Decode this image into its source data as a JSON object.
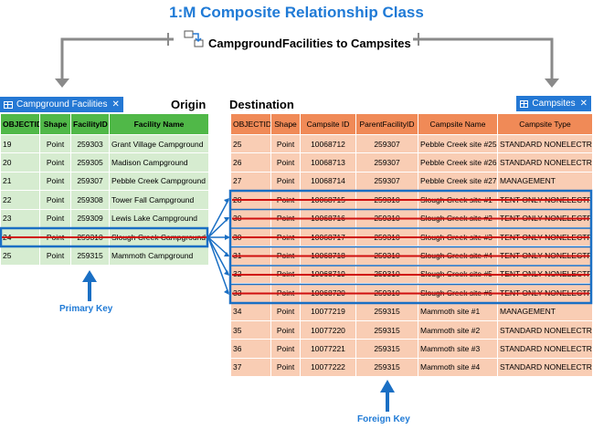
{
  "title": "1:M Composite Relationship Class",
  "relationship_name": "CampgroundFacilities to Campsites",
  "origin_label": "Origin",
  "destination_label": "Destination",
  "origin_tab": {
    "label": "Campground Facilities",
    "close": "✕"
  },
  "destination_tab": {
    "label": "Campsites",
    "close": "✕"
  },
  "origin_table": {
    "headers": [
      "OBJECTID",
      "Shape",
      "FacilityID",
      "Facility Name"
    ],
    "rows": [
      [
        "19",
        "Point",
        "259303",
        "Grant Village Campground"
      ],
      [
        "20",
        "Point",
        "259305",
        "Madison Campground"
      ],
      [
        "21",
        "Point",
        "259307",
        "Pebble Creek Campground"
      ],
      [
        "22",
        "Point",
        "259308",
        "Tower Fall Campground"
      ],
      [
        "23",
        "Point",
        "259309",
        "Lewis Lake Campground"
      ],
      [
        "24",
        "Point",
        "259310",
        "Slough Creek Campground"
      ],
      [
        "25",
        "Point",
        "259315",
        "Mammoth Campground"
      ]
    ]
  },
  "destination_table": {
    "headers": [
      "OBJECTID",
      "Shape",
      "Campsite ID",
      "ParentFacilityID",
      "Campsite Name",
      "Campsite Type"
    ],
    "rows": [
      [
        "25",
        "Point",
        "10068712",
        "259307",
        "Pebble Creek site #25",
        "STANDARD NONELECTRIC"
      ],
      [
        "26",
        "Point",
        "10068713",
        "259307",
        "Pebble Creek site #26",
        "STANDARD NONELECTRIC"
      ],
      [
        "27",
        "Point",
        "10068714",
        "259307",
        "Pebble Creek site #27",
        "MANAGEMENT"
      ],
      [
        "28",
        "Point",
        "10068715",
        "259310",
        "Slough Creek site #1",
        "TENT ONLY NONELECTRIC"
      ],
      [
        "30",
        "Point",
        "10068716",
        "259310",
        "Slough Creek site #2",
        "TENT ONLY NONELECTRIC"
      ],
      [
        "30",
        "Point",
        "10068717",
        "259310",
        "Slough Creek site #3",
        "TENT ONLY NONELECTRIC"
      ],
      [
        "31",
        "Point",
        "10068718",
        "259310",
        "Slough Creek site #4",
        "TENT ONLY NONELECTRIC"
      ],
      [
        "32",
        "Point",
        "10068719",
        "259310",
        "Slough Creek site #5",
        "TENT ONLY NONELECTRIC"
      ],
      [
        "33",
        "Point",
        "10068720",
        "259310",
        "Slough Creek site #6",
        "TENT ONLY NONELECTRIC"
      ],
      [
        "34",
        "Point",
        "10077219",
        "259315",
        "Mammoth site #1",
        "MANAGEMENT"
      ],
      [
        "35",
        "Point",
        "10077220",
        "259315",
        "Mammoth site #2",
        "STANDARD NONELECTRIC"
      ],
      [
        "36",
        "Point",
        "10077221",
        "259315",
        "Mammoth site #3",
        "STANDARD NONELECTRIC"
      ],
      [
        "37",
        "Point",
        "10077222",
        "259315",
        "Mammoth site #4",
        "STANDARD NONELECTRIC"
      ]
    ]
  },
  "primary_key_label": "Primary Key",
  "foreign_key_label": "Foreign Key",
  "colors": {
    "title_blue": "#1f7ad6",
    "origin_header": "#50b848",
    "origin_cell": "#d6ecd0",
    "dest_header": "#f08a57",
    "dest_cell": "#f9cdb4",
    "strike_red": "#d01010",
    "highlight_blue": "#1a6fc4",
    "arrow_gray": "#8a8a8a"
  },
  "icons": [
    "table-icon",
    "relationship-icon",
    "close-icon",
    "arrow-down-icon",
    "arrow-up-icon"
  ]
}
